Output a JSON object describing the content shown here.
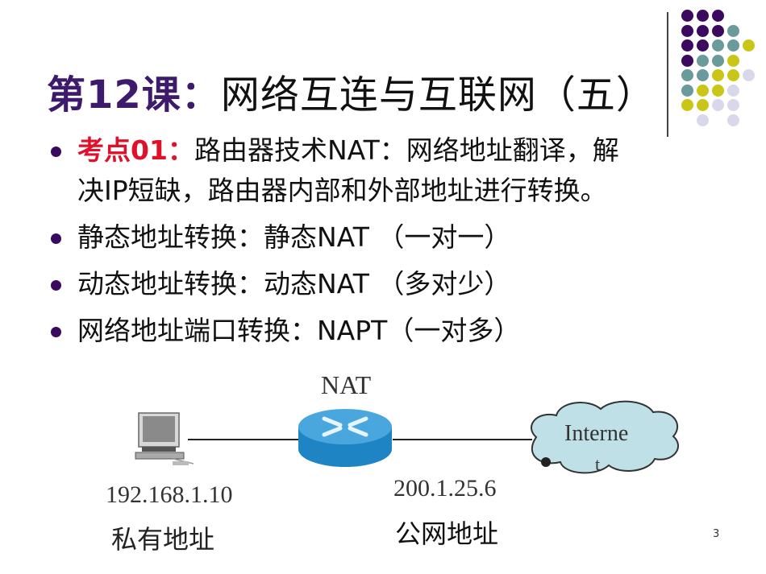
{
  "slide": {
    "title_prefix": "第12课：",
    "title_main": "网络互连与互联网（五）",
    "page_number": "3",
    "colors": {
      "title_accent": "#3d1a6b",
      "keypoint_red": "#e0102a",
      "bullet_dot": "#3a0a5e",
      "dot_purple": "#3b0a5f",
      "dot_teal": "#6a9a9a",
      "dot_yellow": "#c9c617",
      "dot_lavender": "#d8d8ea"
    }
  },
  "bullets": [
    {
      "label": "考点01：",
      "text_line1": "路由器技术NAT：网络地址翻译，解",
      "text_line2": "决IP短缺，路由器内部和外部地址进行转换。"
    },
    {
      "text": "静态地址转换：静态NAT （一对一）"
    },
    {
      "text": "动态地址转换：动态NAT （多对少）"
    },
    {
      "text": "网络地址端口转换：NAPT（一对多）"
    }
  ],
  "diagram": {
    "router_label": "NAT",
    "private_ip": "192.168.1.10",
    "private_label": "私有地址",
    "public_ip": "200.1.25.6",
    "public_label": "公网地址",
    "cloud_label_line1": "Interne",
    "cloud_label_line2": "t",
    "icons": [
      "computer-icon",
      "router-icon",
      "internet-cloud-icon"
    ]
  }
}
